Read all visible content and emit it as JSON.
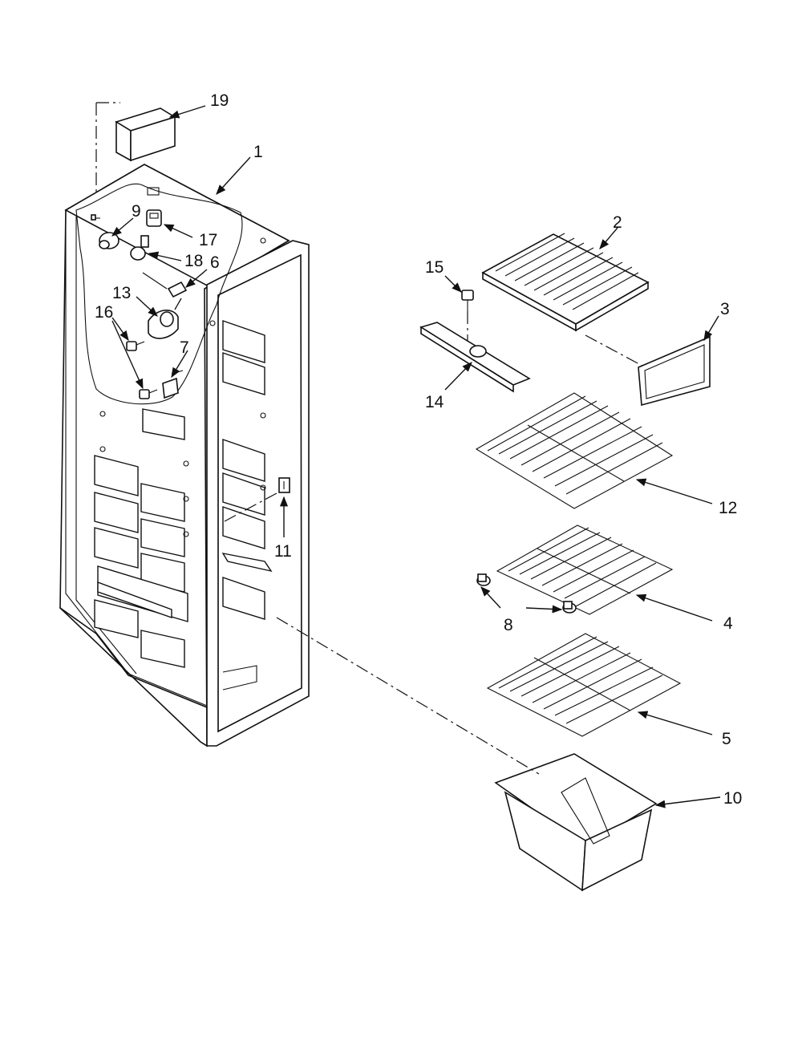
{
  "diagram": {
    "colors": {
      "ink": "#111111",
      "paper": "#ffffff"
    },
    "callouts": [
      {
        "id": "19",
        "label": "19"
      },
      {
        "id": "1",
        "label": "1"
      },
      {
        "id": "9",
        "label": "9"
      },
      {
        "id": "17",
        "label": "17"
      },
      {
        "id": "18",
        "label": "18"
      },
      {
        "id": "6",
        "label": "6"
      },
      {
        "id": "13",
        "label": "13"
      },
      {
        "id": "16",
        "label": "16"
      },
      {
        "id": "7",
        "label": "7"
      },
      {
        "id": "11",
        "label": "11"
      },
      {
        "id": "15",
        "label": "15"
      },
      {
        "id": "2",
        "label": "2"
      },
      {
        "id": "3",
        "label": "3"
      },
      {
        "id": "14",
        "label": "14"
      },
      {
        "id": "12",
        "label": "12"
      },
      {
        "id": "4",
        "label": "4"
      },
      {
        "id": "8",
        "label": "8"
      },
      {
        "id": "5",
        "label": "5"
      },
      {
        "id": "10",
        "label": "10"
      }
    ]
  }
}
